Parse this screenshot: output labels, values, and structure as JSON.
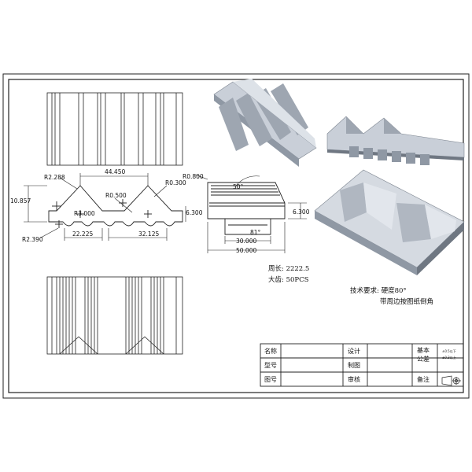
{
  "drawing": {
    "dimensions": {
      "r_tooth_tip": "R2.288",
      "pitch_top": "44.450",
      "r_0800": "R0.800",
      "r_0500": "R0.500",
      "r_0300": "R0.300",
      "height_total": "10.857",
      "r_root": "R3.000",
      "thickness_left": "6.300",
      "r_2390": "R2.390",
      "span_22225": "22.225",
      "span_32125": "32.125",
      "angle_50": "50°",
      "thickness_right": "6.300",
      "angle_81": "81°",
      "width_30": "30.000",
      "width_50": "50.000"
    },
    "specs": {
      "perimeter": "周长:  2222.5",
      "teeth": "大齿:  50PCS"
    },
    "tech_requirements": {
      "line1": "技术要求:  硬度80°",
      "line2": "带周边按图纸倒角"
    }
  },
  "title_block": {
    "name": "名称",
    "model": "型号",
    "drawing_no": "图号",
    "design": "设计",
    "drafting": "制图",
    "review": "审核",
    "basic_tolerance": [
      "基本",
      "公差"
    ],
    "tol_small_1": "±0.5以下",
    "tol_small_2": "±0.3以上",
    "remarks": "备注"
  },
  "colors": {
    "render_light": "#c9cfd8",
    "render_mid": "#9ea6b1",
    "render_dark": "#6f7782"
  }
}
